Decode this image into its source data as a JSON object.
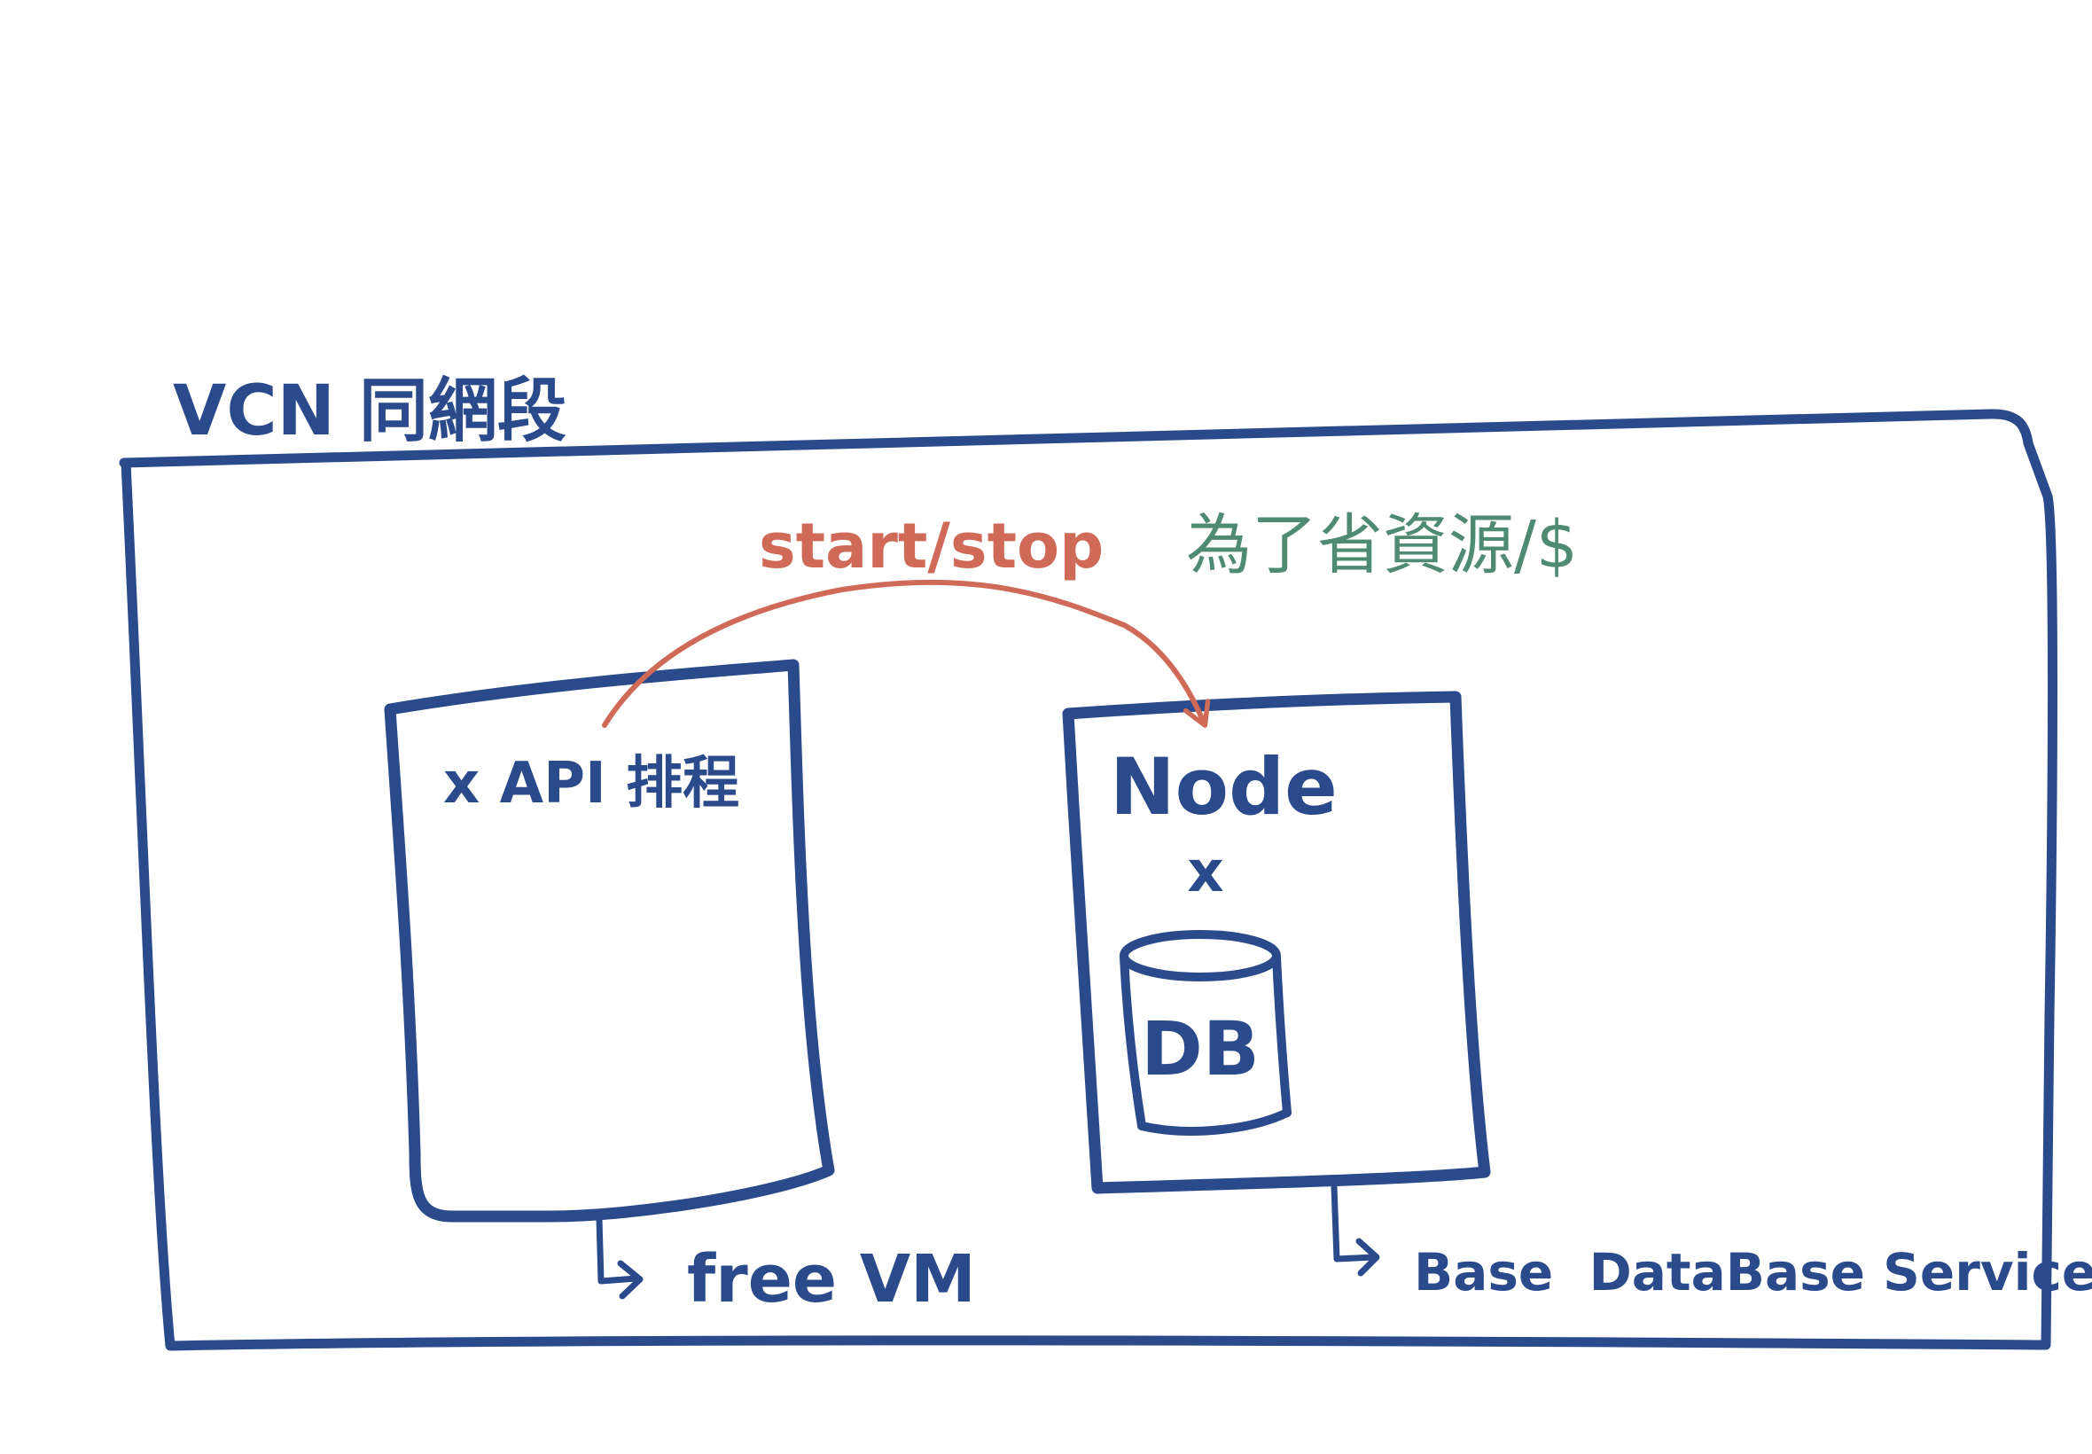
{
  "colors": {
    "ink": "#2b4a8c",
    "arrow": "#d06a58",
    "note": "#4f8a73",
    "background": "#ffffff"
  },
  "vcn": {
    "label": "VCN 同網段"
  },
  "schedule": {
    "action_label": "start/stop",
    "reason_label": "為了省資源/$"
  },
  "vm_box": {
    "label": "x API 排程",
    "caption": "free VM"
  },
  "db_box": {
    "node_label": "Node",
    "join_label": "x",
    "db_label": "DB",
    "caption": "Base  DataBase Service"
  },
  "icons": {
    "db": "database-cylinder-icon",
    "caption_arrow": "corner-arrow-icon"
  }
}
